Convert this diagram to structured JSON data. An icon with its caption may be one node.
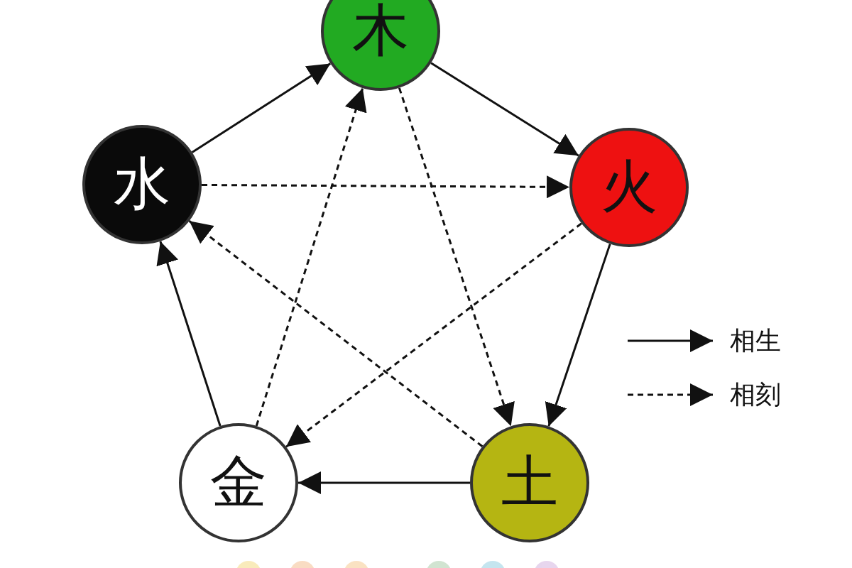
{
  "diagram": {
    "nodes": [
      {
        "text": [
          "木"
        ]
      },
      {
        "text": [
          "火"
        ]
      },
      {
        "text": [
          "土"
        ]
      },
      {
        "text": [
          "金"
        ]
      },
      {
        "text": [
          "水"
        ]
      }
    ],
    "edges": [
      {
        "from": 0,
        "to": 1,
        "arrow": "to"
      },
      {
        "from": 1,
        "to": 2,
        "arrow": "to"
      },
      {
        "from": 2,
        "to": 3,
        "arrow": "to"
      },
      {
        "from": 3,
        "to": 4,
        "arrow": "to"
      },
      {
        "from": 4,
        "to": 0,
        "arrow": "to"
      },
      {
        "from": 0,
        "to": 2,
        "arrow": "to",
        "style": "dashed"
      },
      {
        "from": 2,
        "to": 4,
        "arrow": "to",
        "style": "dashed"
      },
      {
        "from": 4,
        "to": 1,
        "arrow": "to",
        "style": "dashed"
      },
      {
        "from": 1,
        "to": 3,
        "arrow": "to",
        "style": "dashed"
      },
      {
        "from": 3,
        "to": 0,
        "arrow": "to",
        "style": "dashed"
      }
    ],
    "legend": [
      {
        "text": "相生"
      },
      {
        "text": "相刻"
      }
    ]
  }
}
